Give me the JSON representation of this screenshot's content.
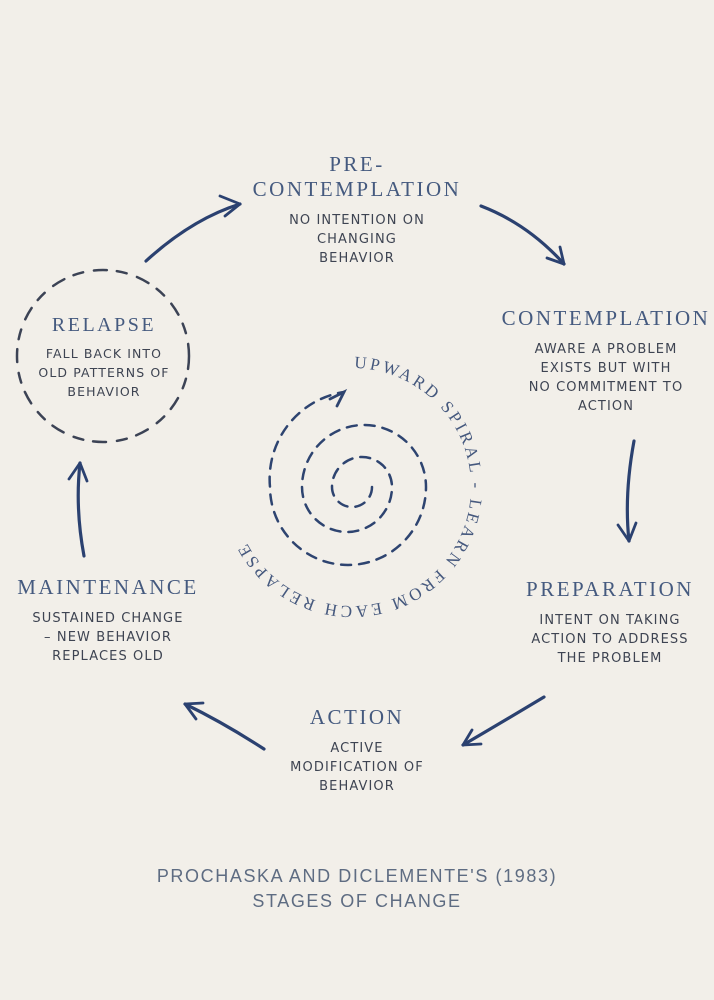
{
  "poster": {
    "caption_line1": "PROCHASKA AND DICLEMENTE'S (1983)",
    "caption_line2": "STAGES OF CHANGE"
  },
  "stages": {
    "precontemplation": {
      "title_line1": "PRE-",
      "title_line2": "CONTEMPLATION",
      "desc": [
        "NO INTENTION ON",
        "CHANGING",
        "BEHAVIOR"
      ]
    },
    "contemplation": {
      "title": "CONTEMPLATION",
      "desc": [
        "AWARE A PROBLEM",
        "EXISTS BUT WITH",
        "NO COMMITMENT TO",
        "ACTION"
      ]
    },
    "preparation": {
      "title": "PREPARATION",
      "desc": [
        "INTENT ON TAKING",
        "ACTION TO ADDRESS",
        "THE PROBLEM"
      ]
    },
    "action": {
      "title": "ACTION",
      "desc": [
        "ACTIVE",
        "MODIFICATION OF",
        "BEHAVIOR"
      ]
    },
    "maintenance": {
      "title": "MAINTENANCE",
      "desc": [
        "SUSTAINED CHANGE",
        "– NEW BEHAVIOR",
        "REPLACES OLD"
      ]
    },
    "relapse": {
      "title": "RELAPSE",
      "desc": [
        "FALL BACK INTO",
        "OLD PATTERNS OF",
        "BEHAVIOR"
      ]
    }
  },
  "center": {
    "spiral_text": "UPWARD SPIRAL - LEARN FROM EACH RELAPSE"
  },
  "colors": {
    "background": "#f2efe9",
    "stage_title": "#455a7f",
    "handwriting": "#3e4452",
    "arrow_ink": "#2b4170",
    "caption": "#5e6c82"
  }
}
